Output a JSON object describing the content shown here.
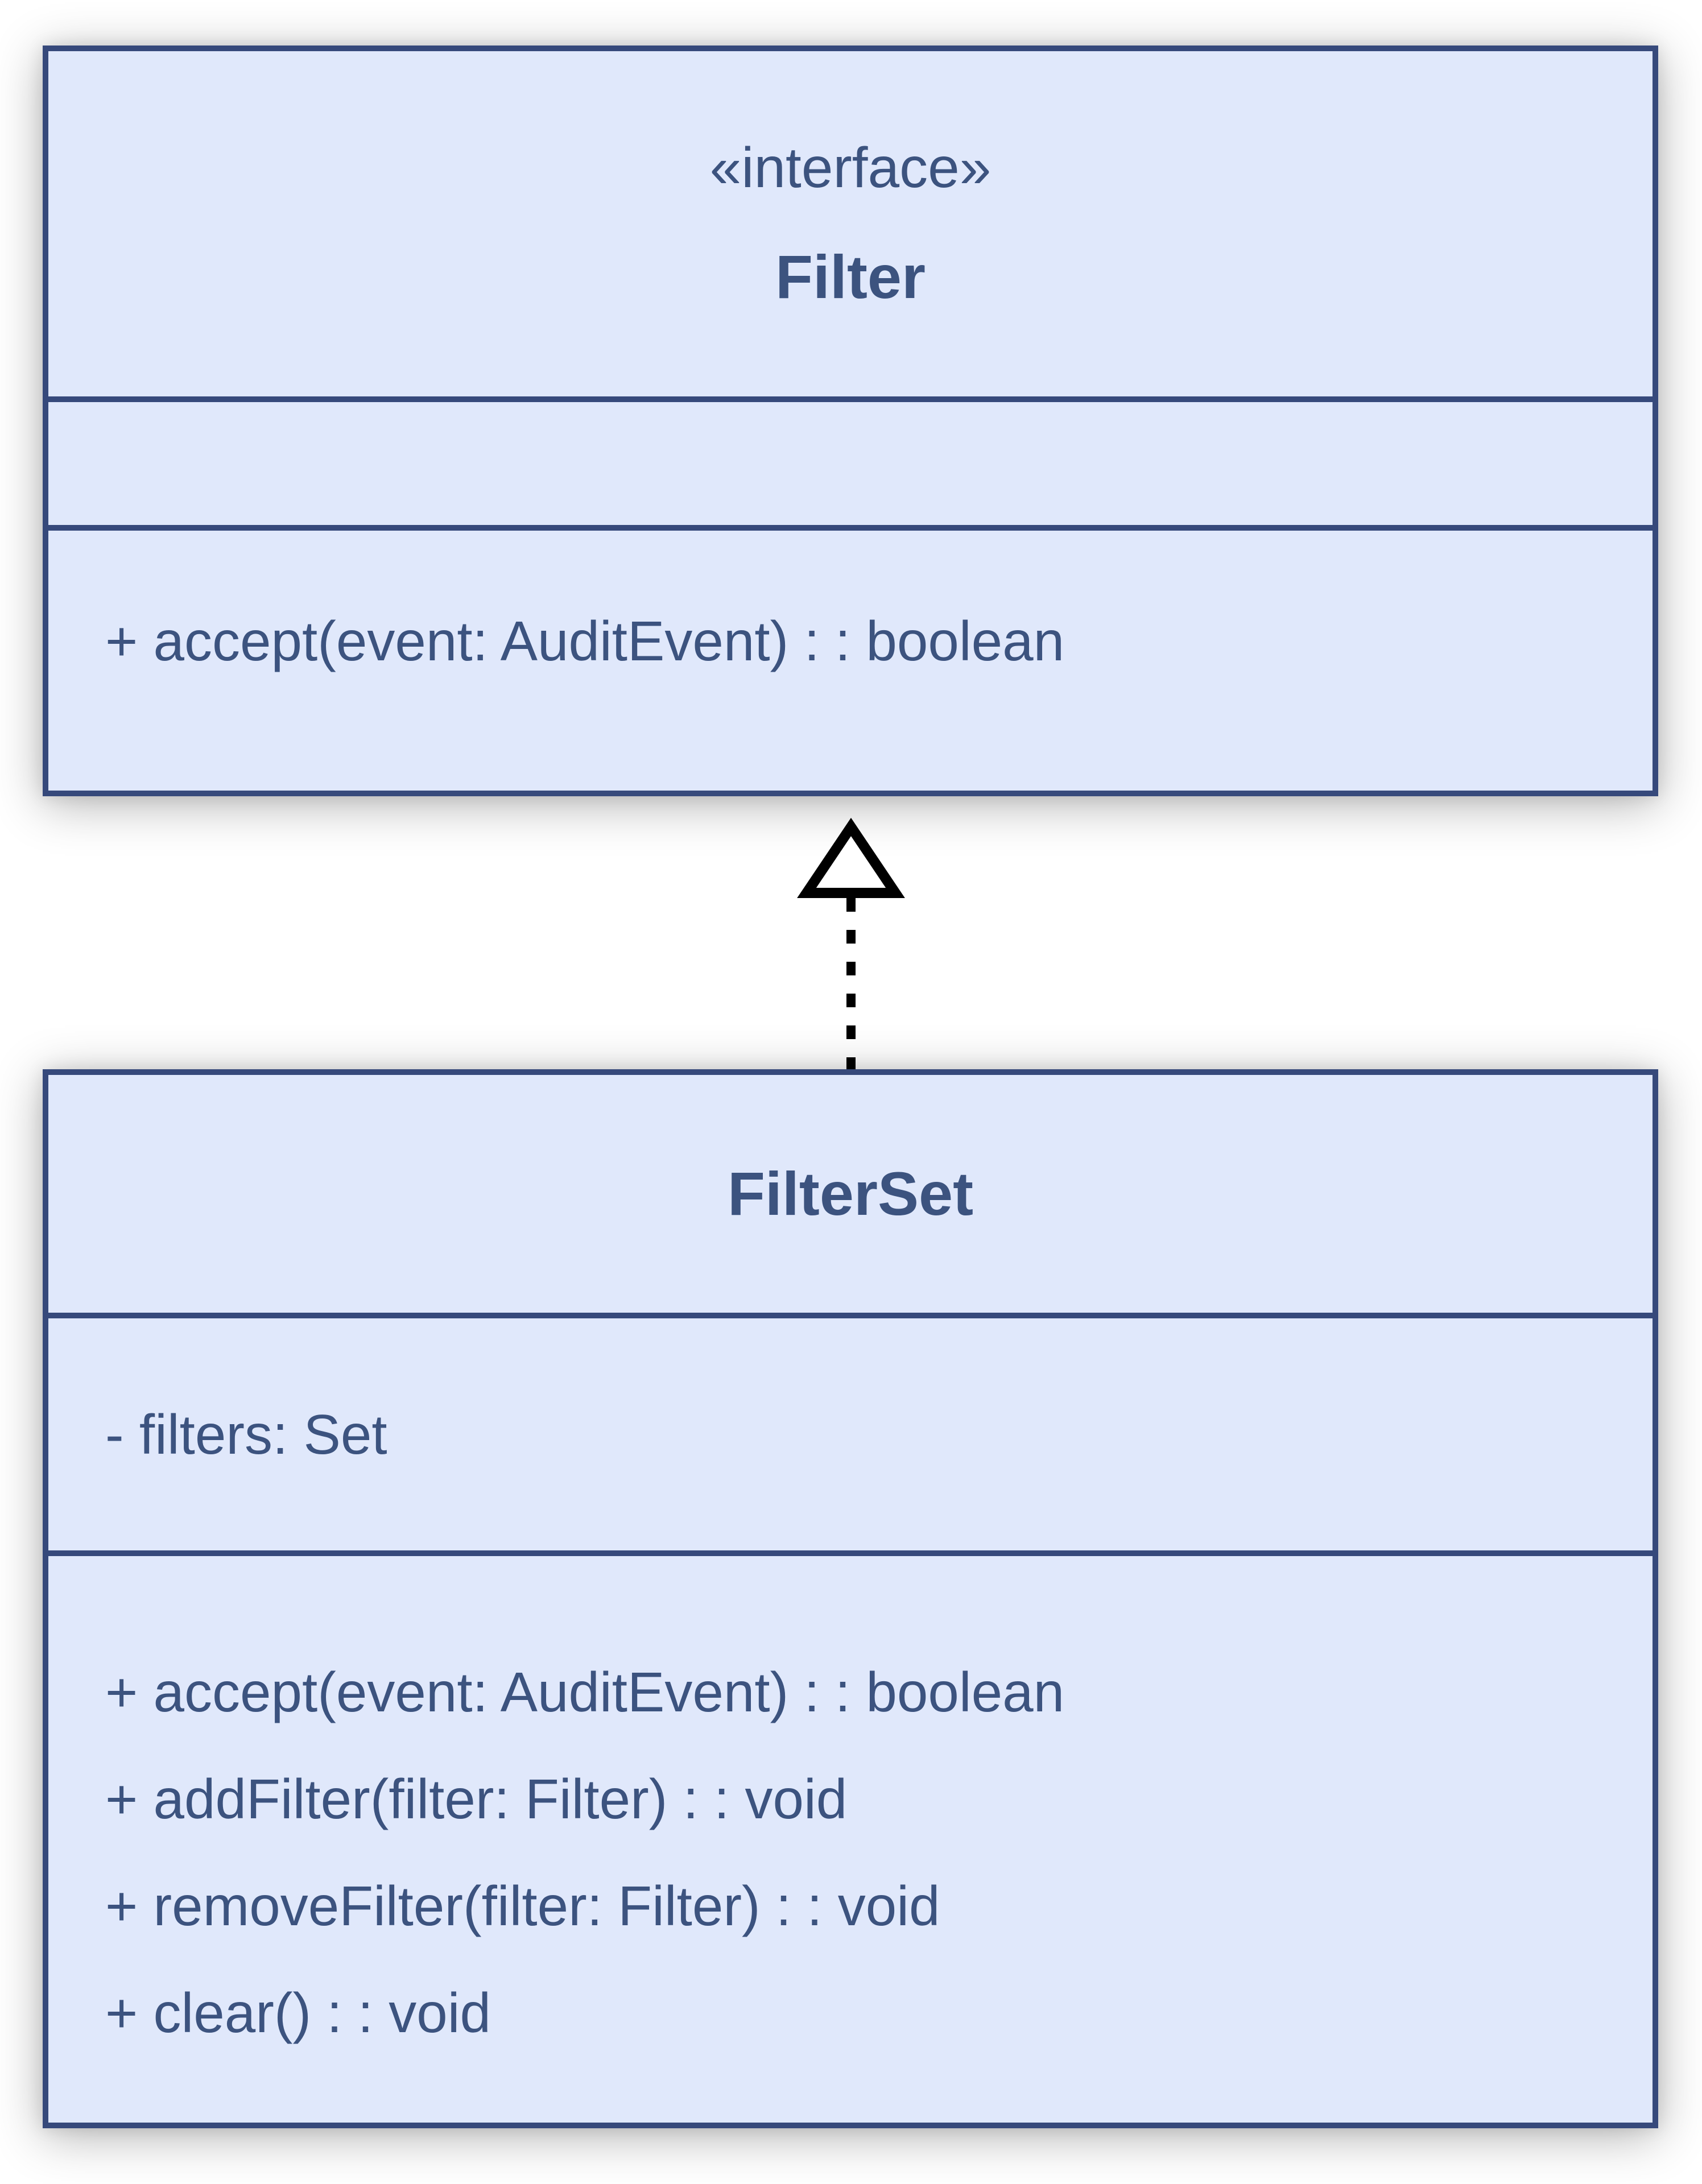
{
  "uml": {
    "interface": {
      "stereotype": "«interface»",
      "name": "Filter",
      "attributes": [],
      "methods": [
        "+ accept(event: AuditEvent) : : boolean"
      ]
    },
    "filterset": {
      "name": "FilterSet",
      "attributes": [
        "- filters: Set"
      ],
      "methods": [
        "+ accept(event: AuditEvent) : : boolean",
        "+ addFilter(filter: Filter) : : void",
        "+ removeFilter(filter: Filter) : : void",
        "+ clear() : : void"
      ]
    },
    "relationship": {
      "type": "realization",
      "from": "FilterSet",
      "to": "Filter",
      "line_style": "dashed",
      "arrowhead": "hollow-triangle"
    }
  },
  "colors": {
    "page_background": "#ffffff",
    "box_fill": "#e0e8fb",
    "box_border": "#36497b",
    "text": "#3c537f",
    "arrow": "#000000"
  }
}
